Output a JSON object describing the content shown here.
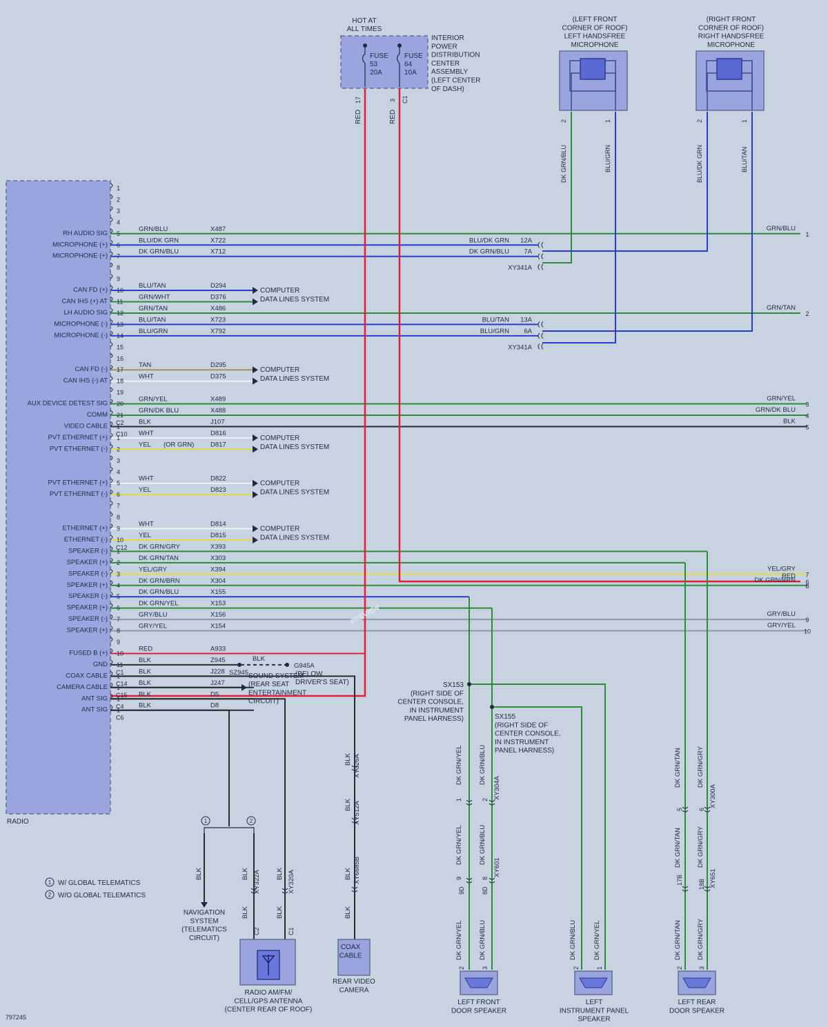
{
  "colors": {
    "background": "#c7d3e0",
    "module_fill": "#9aa4de",
    "module_border": "#646e94",
    "wire_red": "#e0203a",
    "wire_green": "#2e8b3a",
    "wire_blue": "#2c3bd1",
    "wire_yellow": "#e2dc3c",
    "wire_white": "#eef1f5",
    "wire_black": "#2b2b2b",
    "wire_tan": "#b08d55",
    "wire_gray": "#8f99a3"
  },
  "fuse_box": {
    "hot_label": [
      "HOT AT",
      "ALL TIMES"
    ],
    "fuse1": [
      "FUSE",
      "53",
      "20A"
    ],
    "fuse2": [
      "FUSE",
      "64",
      "10A"
    ],
    "label": [
      "INTERIOR",
      "POWER",
      "DISTRIBUTION",
      "CENTER",
      "ASSEMBLY",
      "(LEFT CENTER",
      "OF DASH)"
    ],
    "pin1": "17",
    "pin2": "3",
    "connector": "C1",
    "wire1": "RED",
    "wire2": "RED"
  },
  "left_mic": {
    "label": [
      "(LEFT FRONT",
      "CORNER OF ROOF)",
      "LEFT HANDSFREE",
      "MICROPHONE"
    ],
    "pin_a": "2",
    "pin_b": "1",
    "wire_a": "DK GRN/BLU",
    "wire_b": "BLU/GRN"
  },
  "right_mic": {
    "label": [
      "(RIGHT FRONT",
      "CORNER OF ROOF)",
      "RIGHT HANDSFREE",
      "MICROPHONE"
    ],
    "pin_a": "2",
    "pin_b": "1",
    "wire_a": "BLU/DK GRN",
    "wire_b": "BLU/TAN"
  },
  "radio": {
    "name": "RADIO",
    "rows": [
      {
        "pin": "1",
        "signal": "",
        "color": "",
        "circuit": ""
      },
      {
        "pin": "2",
        "signal": "",
        "color": "",
        "circuit": ""
      },
      {
        "pin": "3",
        "signal": "",
        "color": "",
        "circuit": ""
      },
      {
        "pin": "4",
        "signal": "",
        "color": "",
        "circuit": ""
      },
      {
        "pin": "5",
        "signal": "RH AUDIO SIG",
        "color": "GRN/BLU",
        "circuit": "X487"
      },
      {
        "pin": "6",
        "signal": "MICROPHONE (+)",
        "color": "BLU/DK GRN",
        "circuit": "X722"
      },
      {
        "pin": "7",
        "signal": "MICROPHONE (+)",
        "color": "DK GRN/BLU",
        "circuit": "X712"
      },
      {
        "pin": "8",
        "signal": "",
        "color": "",
        "circuit": ""
      },
      {
        "pin": "9",
        "signal": "",
        "color": "",
        "circuit": ""
      },
      {
        "pin": "10",
        "signal": "CAN FD (+)",
        "color": "BLU/TAN",
        "circuit": "D294"
      },
      {
        "pin": "11",
        "signal": "CAN IHS (+) AT",
        "color": "GRN/WHT",
        "circuit": "D376"
      },
      {
        "pin": "12",
        "signal": "LH AUDIO SIG",
        "color": "GRN/TAN",
        "circuit": "X486"
      },
      {
        "pin": "13",
        "signal": "MICROPHONE (-)",
        "color": "BLU/TAN",
        "circuit": "X723"
      },
      {
        "pin": "14",
        "signal": "MICROPHONE (-)",
        "color": "BLU/GRN",
        "circuit": "X792"
      },
      {
        "pin": "15",
        "signal": "",
        "color": "",
        "circuit": ""
      },
      {
        "pin": "16",
        "signal": "",
        "color": "",
        "circuit": ""
      },
      {
        "pin": "17",
        "signal": "CAN FD (-)",
        "color": "TAN",
        "circuit": "D295"
      },
      {
        "pin": "18",
        "signal": "CAN IHS (-) AT",
        "color": "WHT",
        "circuit": "D375"
      },
      {
        "pin": "19",
        "signal": "",
        "color": "",
        "circuit": ""
      },
      {
        "pin": "20",
        "signal": "AUX DEVICE DETEST SIG",
        "color": "GRN/YEL",
        "circuit": "X489"
      },
      {
        "pin": "21",
        "signal": "COMM",
        "color": "GRN/DK BLU",
        "circuit": "X488",
        "conn": "C2"
      },
      {
        "pin": "1",
        "signal": "VIDEO CABLE",
        "color": "BLK",
        "circuit": "J107",
        "conn": "C10"
      },
      {
        "pin": "1",
        "signal": "PVT ETHERNET (+)",
        "color": "WHT",
        "circuit": "D816"
      },
      {
        "pin": "2",
        "signal": "PVT ETHERNET (-)",
        "color": "YEL",
        "circuit": "D817",
        "note": "(OR GRN)"
      },
      {
        "pin": "3",
        "signal": "",
        "color": "",
        "circuit": ""
      },
      {
        "pin": "4",
        "signal": "",
        "color": "",
        "circuit": ""
      },
      {
        "pin": "5",
        "signal": "PVT ETHERNET (+)",
        "color": "WHT",
        "circuit": "D822"
      },
      {
        "pin": "6",
        "signal": "PVT ETHERNET (-)",
        "color": "YEL",
        "circuit": "D823"
      },
      {
        "pin": "7",
        "signal": "",
        "color": "",
        "circuit": ""
      },
      {
        "pin": "8",
        "signal": "",
        "color": "",
        "circuit": ""
      },
      {
        "pin": "9",
        "signal": "ETHERNET (+)",
        "color": "WHT",
        "circuit": "D814"
      },
      {
        "pin": "10",
        "signal": "ETHERNET (-)",
        "color": "YEL",
        "circuit": "D815",
        "conn": "C12"
      },
      {
        "pin": "1",
        "signal": "SPEAKER (-)",
        "color": "DK GRN/GRY",
        "circuit": "X393"
      },
      {
        "pin": "2",
        "signal": "SPEAKER (+)",
        "color": "DK GRN/TAN",
        "circuit": "X303"
      },
      {
        "pin": "3",
        "signal": "SPEAKER (-)",
        "color": "YEL/GRY",
        "circuit": "X394"
      },
      {
        "pin": "4",
        "signal": "SPEAKER (+)",
        "color": "DK GRN/BRN",
        "circuit": "X304"
      },
      {
        "pin": "5",
        "signal": "SPEAKER (-)",
        "color": "DK GRN/BLU",
        "circuit": "X155"
      },
      {
        "pin": "6",
        "signal": "SPEAKER (+)",
        "color": "DK GRN/YEL",
        "circuit": "X153"
      },
      {
        "pin": "7",
        "signal": "SPEAKER (-)",
        "color": "GRY/BLU",
        "circuit": "X156"
      },
      {
        "pin": "8",
        "signal": "SPEAKER (+)",
        "color": "GRY/YEL",
        "circuit": "X154"
      },
      {
        "pin": "9",
        "signal": "",
        "color": "",
        "circuit": ""
      },
      {
        "pin": "10",
        "signal": "FUSED B (+)",
        "color": "RED",
        "circuit": "A933"
      },
      {
        "pin": "11",
        "signal": "GND",
        "color": "BLK",
        "circuit": "Z945",
        "conn": "C1"
      },
      {
        "pin": "1",
        "signal": "COAX CABLE",
        "color": "BLK",
        "circuit": "J228",
        "conn": "C14"
      },
      {
        "pin": "1",
        "signal": "CAMERA CABLE",
        "color": "BLK",
        "circuit": "J247",
        "conn": "C15"
      },
      {
        "pin": "1",
        "signal": "ANT SIG",
        "color": "BLK",
        "circuit": "D5",
        "conn": "C4"
      },
      {
        "pin": "1",
        "signal": "ANT SIG",
        "color": "BLK",
        "circuit": "D8",
        "conn": "C6"
      }
    ]
  },
  "mic_splices": {
    "a_color": "BLU/DK GRN",
    "a_pin": "12A",
    "b_color": "DK GRN/BLU",
    "b_pin": "7A",
    "a_conn": "XY341A",
    "c_color": "BLU/TAN",
    "c_pin": "13A",
    "d_color": "BLU/GRN",
    "d_pin": "6A",
    "b_conn": "XY341A"
  },
  "computer_label": [
    "COMPUTER",
    "DATA LINES SYSTEM"
  ],
  "right_outputs": [
    {
      "label": "GRN/BLU",
      "pin": "1"
    },
    {
      "label": "GRN/TAN",
      "pin": "2"
    },
    {
      "label": "GRN/YEL",
      "pin": "3"
    },
    {
      "label": "GRN/DK BLU",
      "pin": "4"
    },
    {
      "label": "BLK",
      "pin": "5"
    },
    {
      "label": "RED",
      "pin": "6"
    },
    {
      "label": "YEL/GRY",
      "pin": "7"
    },
    {
      "label": "DK GRN/BRN",
      "pin": "8"
    },
    {
      "label": "GRY/BLU",
      "pin": "9"
    },
    {
      "label": "GRY/YEL",
      "pin": "10"
    }
  ],
  "ground": {
    "splice": "SZ945",
    "wire": "BLK",
    "point": "G945A",
    "desc": [
      "(BELOW",
      "DRIVER'S SEAT)"
    ]
  },
  "sound_system": [
    "SOUND SYSTEM",
    "(REAR SEAT",
    "ENTERTAINMENT",
    "CIRCUIT)"
  ],
  "splice_153": [
    "SX153",
    "(RIGHT SIDE OF",
    "CENTER CONSOLE,",
    "IN INSTRUMENT",
    "PANEL HARNESS)"
  ],
  "splice_155": [
    "SX155",
    "(RIGHT SIDE OF",
    "CENTER CONSOLE,",
    "IN INSTRUMENT",
    "PANEL HARNESS)"
  ],
  "coax_path": {
    "w1": "BLK",
    "c1": "XY326A",
    "w2": "BLK",
    "c2": "XY512A",
    "w3": "BLK",
    "c3": "XY6685B",
    "w4": "BLK"
  },
  "camera": {
    "box": [
      "COAX",
      "CABLE"
    ],
    "label": [
      "REAR VIDEO",
      "CAMERA"
    ]
  },
  "antenna": {
    "opt1": "1",
    "opt2": "2",
    "nav_wire": "BLK",
    "nav_label": [
      "NAVIGATION",
      "SYSTEM",
      "(TELEMATICS",
      "CIRCUIT)"
    ],
    "w1": "BLK",
    "c1": "XY322A",
    "w2": "BLK",
    "c2": "XY320A",
    "w3": "BLK",
    "w4": "BLK",
    "pin1": "C2",
    "pin2": "C1",
    "label": [
      "RADIO AM/FM/",
      "CELL/GPS ANTENNA",
      "(CENTER REAR OF ROOF)"
    ]
  },
  "legend": [
    {
      "num": "1",
      "text": "W/ GLOBAL TELEMATICS"
    },
    {
      "num": "2",
      "text": "W/O GLOBAL TELEMATICS"
    }
  ],
  "lf_speaker": {
    "upper_a": "DK GRN/YEL",
    "upper_b": "DK GRN/BLU",
    "pin_a1": "1",
    "pin_b1": "2",
    "conn1": "XY304A",
    "mid_a": "DK GRN/YEL",
    "mid_b": "DK GRN/BLU",
    "pin_a2": "9",
    "pin_a2b": "9D",
    "pin_b2": "8",
    "pin_b2b": "8D",
    "conn2": "XY601",
    "low_a": "DK GRN/YEL",
    "low_b": "DK GRN/BLU",
    "pin_a3": "2",
    "pin_b3": "3",
    "label": [
      "LEFT FRONT",
      "DOOR SPEAKER"
    ]
  },
  "ip_speaker": {
    "wire_a": "DK GRN/BLU",
    "wire_b": "DK GRN/YEL",
    "pin_a": "2",
    "pin_b": "1",
    "label": [
      "LEFT",
      "INSTRUMENT PANEL",
      "SPEAKER"
    ]
  },
  "lr_speaker": {
    "upper_a": "DK GRN/TAN",
    "upper_b": "DK GRN/GRY",
    "pin_a1": "5",
    "pin_b1": "6",
    "conn1": "XY300A",
    "mid_a": "DK GRN/TAN",
    "mid_b": "DK GRN/GRY",
    "pin_a2": "17B",
    "pin_b2": "18B",
    "conn2": "XY651",
    "low_a": "DK GRN/TAN",
    "low_b": "DK GRN/GRY",
    "pin_a3": "2",
    "pin_b3": "3",
    "label": [
      "LEFT REAR",
      "DOOR SPEAKER"
    ]
  },
  "figure_id": "797245",
  "watermark": "PREVIEW"
}
